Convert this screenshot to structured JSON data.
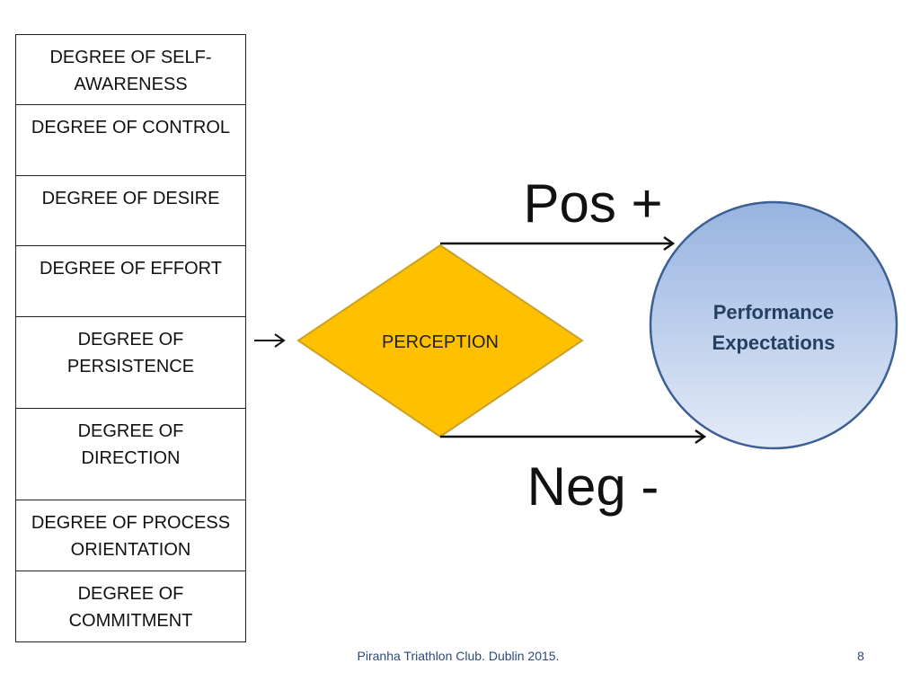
{
  "factors": [
    {
      "label": "DEGREE OF SELF-\nAWARENESS"
    },
    {
      "label": "DEGREE OF CONTROL"
    },
    {
      "label": "DEGREE OF DESIRE"
    },
    {
      "label": "DEGREE OF EFFORT"
    },
    {
      "label": "DEGREE OF\nPERSISTENCE"
    },
    {
      "label": "DEGREE OF\nDIRECTION"
    },
    {
      "label": "DEGREE OF PROCESS\nORIENTATION"
    },
    {
      "label": "DEGREE OF\nCOMMITMENT"
    }
  ],
  "perception": {
    "label": "PERCEPTION",
    "fill_color": "#FFC000",
    "stroke_color": "#C9A227"
  },
  "outcome": {
    "label_line1": "Performance",
    "label_line2": "Expectations",
    "fill_top_color": "#97B3E0",
    "fill_bottom_color": "#E3EBF8",
    "stroke_color": "#3B5F93",
    "text_color": "#243F60"
  },
  "paths": {
    "positive_label": "Pos +",
    "negative_label": "Neg -"
  },
  "footer": {
    "text": "Piranha Triathlon Club. Dublin 2015.",
    "page_number": "8"
  }
}
